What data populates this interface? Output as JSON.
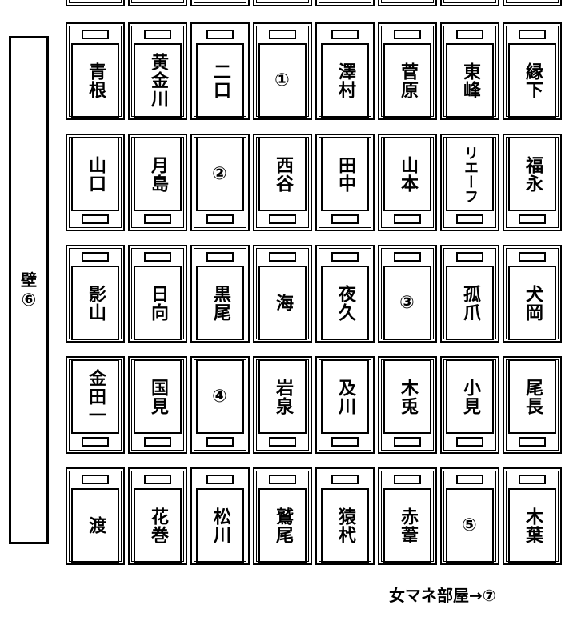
{
  "wall": {
    "label": "壁",
    "number": "⑥"
  },
  "footer": {
    "label": "女マネ部屋→⑦"
  },
  "rows": [
    {
      "tabs": "top",
      "names": [
        "青根",
        "黄金川",
        "二口",
        "①",
        "澤村",
        "菅原",
        "東峰",
        "縁下"
      ]
    },
    {
      "tabs": "bottom",
      "names": [
        "山口",
        "月島",
        "②",
        "西谷",
        "田中",
        "山本",
        "リエーフ",
        "福永"
      ]
    },
    {
      "tabs": "top",
      "names": [
        "影山",
        "日向",
        "黒尾",
        "海",
        "夜久",
        "③",
        "孤爪",
        "犬岡"
      ]
    },
    {
      "tabs": "bottom",
      "names": [
        "金田一",
        "国見",
        "④",
        "岩泉",
        "及川",
        "木兎",
        "小見",
        "尾長"
      ]
    },
    {
      "tabs": "top",
      "names": [
        "渡",
        "花巻",
        "松川",
        "鷲尾",
        "猿杙",
        "赤葦",
        "⑤",
        "木葉"
      ]
    }
  ]
}
